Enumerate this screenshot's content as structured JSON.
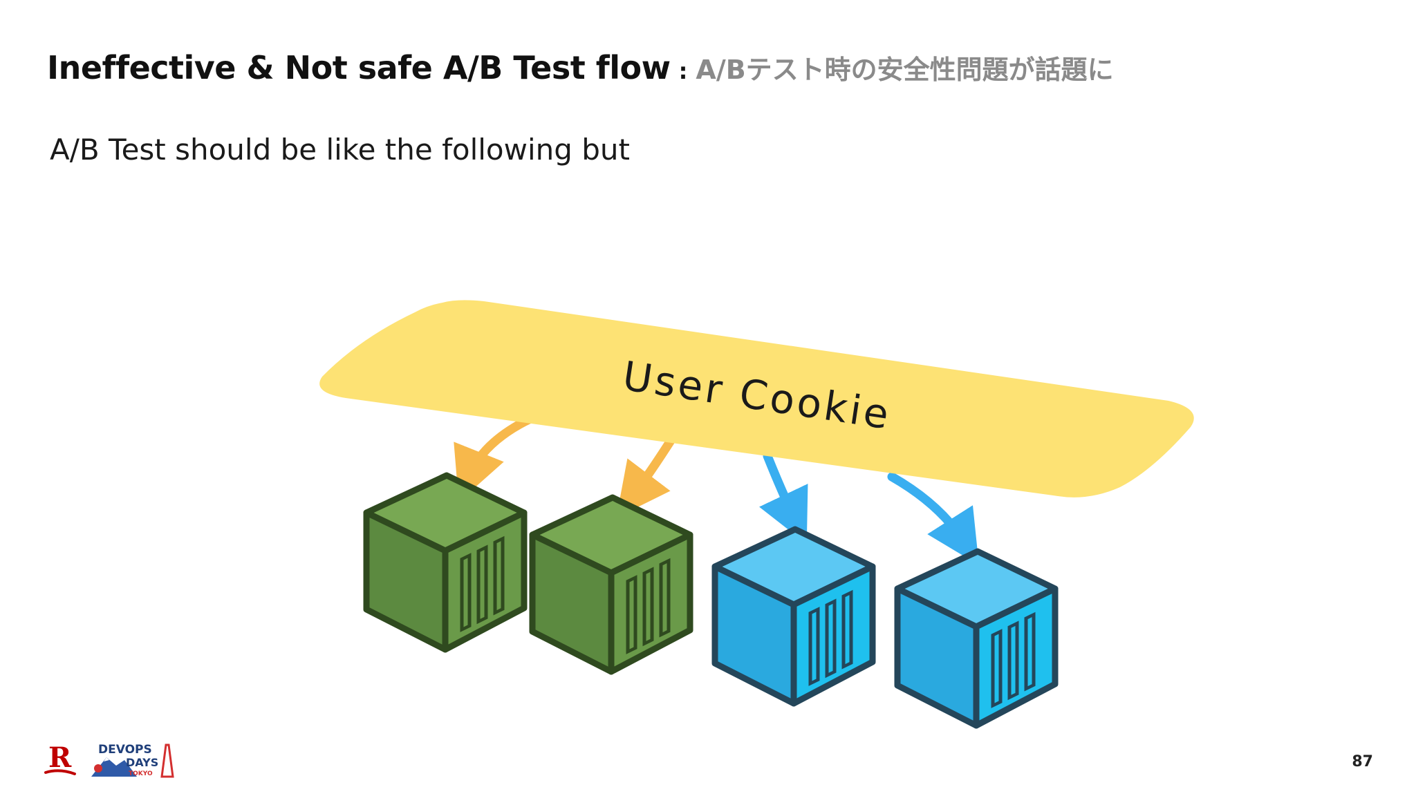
{
  "slide": {
    "title_main": "Ineffective & Not safe A/B Test flow",
    "title_separator": ":",
    "title_sub": "A/Bテスト時の安全性問題が話題に",
    "subtitle": "A/B Test should be like the following but",
    "page_number": "87"
  },
  "diagram": {
    "cookie_label": "User Cookie",
    "colors": {
      "cookie_fill": "#fde274",
      "arrow_orange": "#f7b84b",
      "arrow_blue": "#39aef0",
      "green_front": "#5c8a40",
      "green_top": "#78a853",
      "green_side": "#6a9a49",
      "green_outline": "#2f4a1f",
      "blue_front": "#2aa9df",
      "blue_top": "#5cc8f3",
      "blue_side": "#1fc0ee",
      "blue_outline": "#24465a"
    },
    "containers": [
      {
        "variant": "green",
        "label": ""
      },
      {
        "variant": "green",
        "label": ""
      },
      {
        "variant": "blue",
        "label": ""
      },
      {
        "variant": "blue",
        "label": ""
      }
    ]
  },
  "logos": {
    "brand_icon": "rakuten-r-logo",
    "event_logo": "devopsdays-tokyo-logo",
    "event_line1": "DEVOPS",
    "event_line2": "DAYS",
    "event_line3": "TOKYO"
  }
}
